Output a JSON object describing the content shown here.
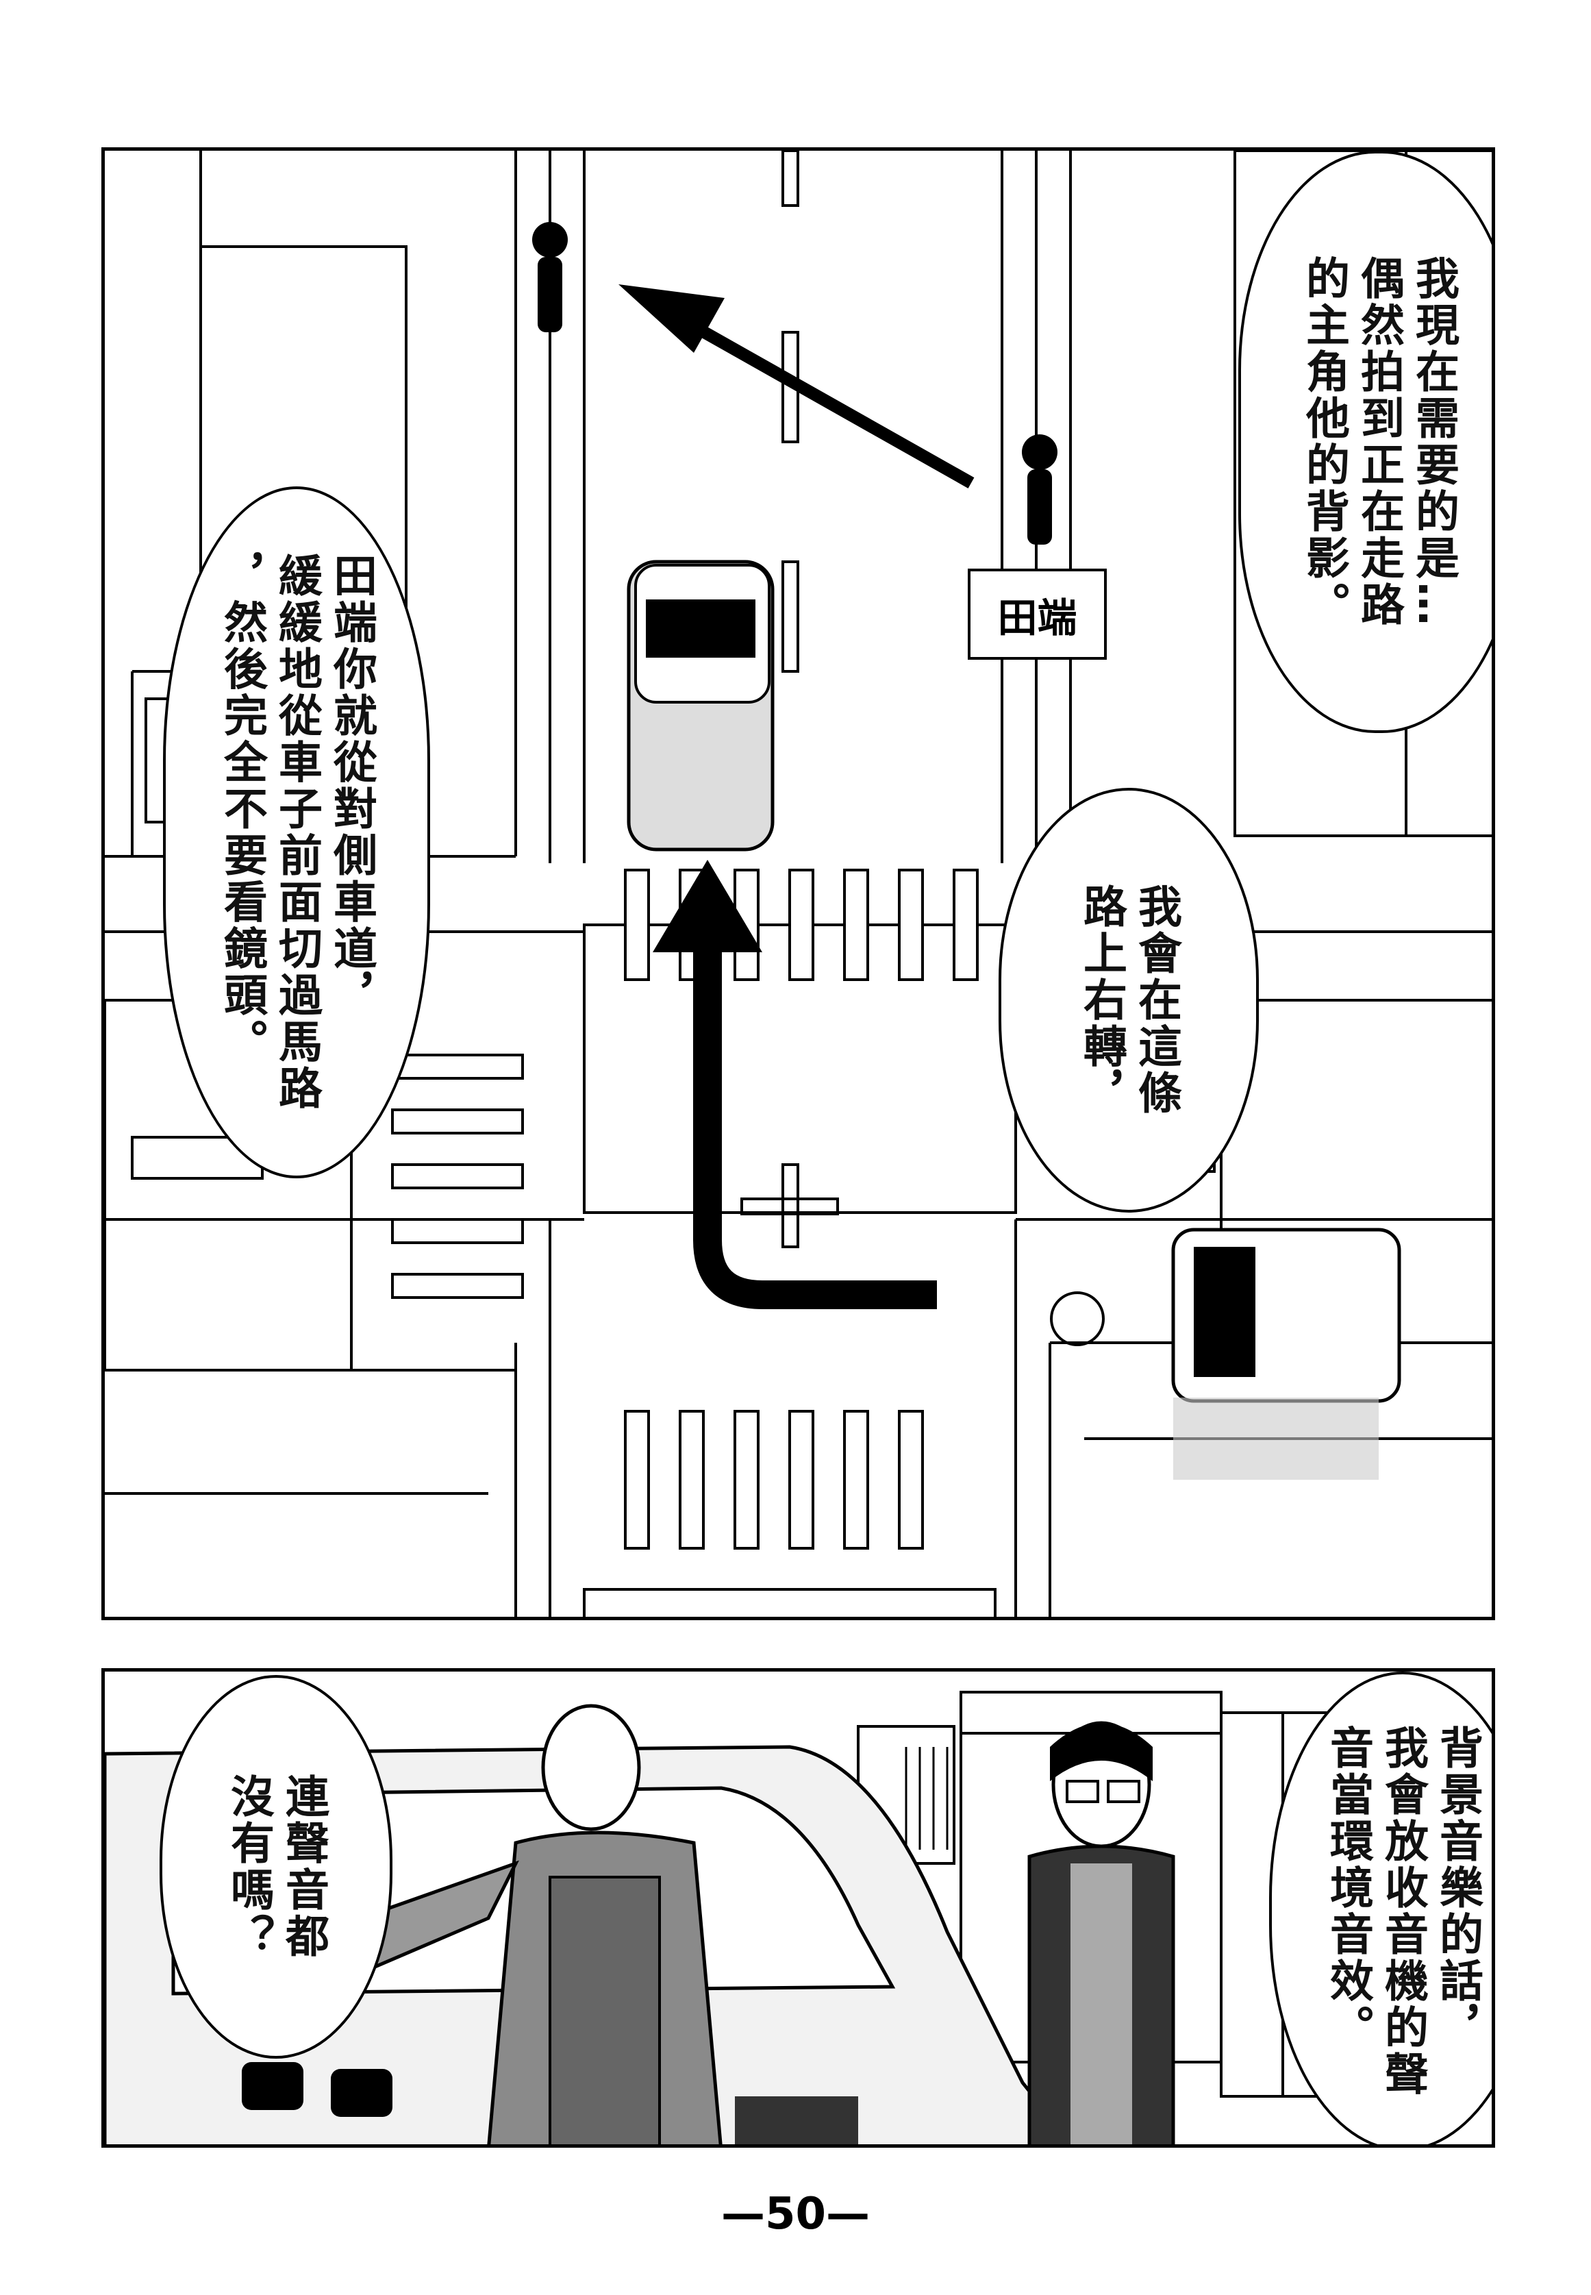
{
  "panel1": {
    "name_sign": "田端",
    "bubble_top_right": "我現在需要的是…\n偶然拍到正在走路\n的主角他的背影。",
    "bubble_left": "田端你就從對側車道，\n緩緩地從車子前面切過馬路\n，然後完全不要看鏡頭。",
    "bubble_center_right": "我會在這條\n路上右轉，"
  },
  "panel2": {
    "bubble_left": "連聲音都\n沒有嗎？",
    "bubble_right": "背景音樂的話，\n我會放收音機的聲\n音當環境音效。"
  },
  "page_number": "—50—"
}
